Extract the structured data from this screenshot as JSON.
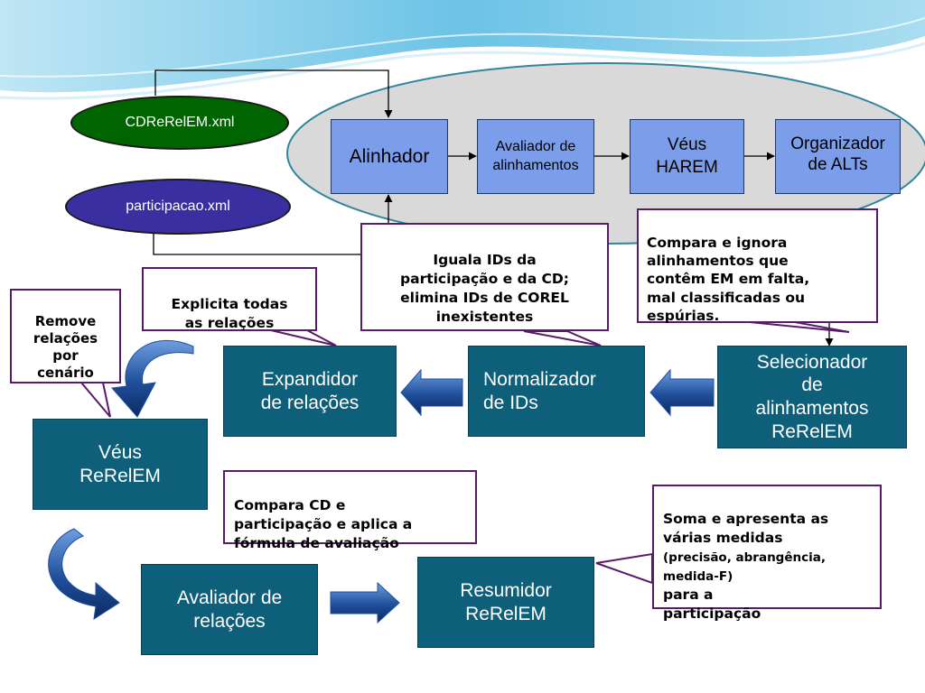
{
  "inputs": {
    "cdrelem": "CDReRelEM.xml",
    "participacao": "participacao.xml"
  },
  "top_modules": {
    "alinhador": "Alinhador",
    "avaliador_alinhamentos": "Avaliador de\nalinhamentos",
    "veus_harem": "Véus\nHAREM",
    "organizador": "Organizador\nde ALTs"
  },
  "callouts": {
    "iguala": "Iguala IDs da\nparticipação e da CD;\nelimina IDs de COREL\ninexistentes",
    "compara_ignora": "Compara e ignora\nalinhamentos que\ncontêm EM em falta,\nmal classificadas ou\nespúrias.",
    "explicita": "Explicita todas\nas relações",
    "remove": "Remove\nrelações\npor\ncenário",
    "compara_cd": "Compara CD e\nparticipação e aplica a\nfórmula de avaliação",
    "soma_main": "Soma e apresenta as\nvárias medidas",
    "soma_paren": "(precisão, abrangência,\nmedida-F)",
    "soma_tail": "para a\nparticipação"
  },
  "modules": {
    "selecionador": "Selecionador\nde\nalinhamentos\nReRelEM",
    "normalizador": "Normalizador\nde IDs",
    "expandidor": "Expandidor\nde relações",
    "veus_rerelem": "Véus\nReRelEM",
    "avaliador_relacoes": "Avaliador de\nrelações",
    "resumidor": "Resumidor\nReRelEM"
  },
  "colors": {
    "module_teal": "#0d5f7a",
    "module_blue": "#7b9dea",
    "ellipse_green": "#006400",
    "ellipse_indigo": "#3a2fa0",
    "callout_border": "#5a1a6a",
    "arrow_blue": "#1f4e9b"
  }
}
